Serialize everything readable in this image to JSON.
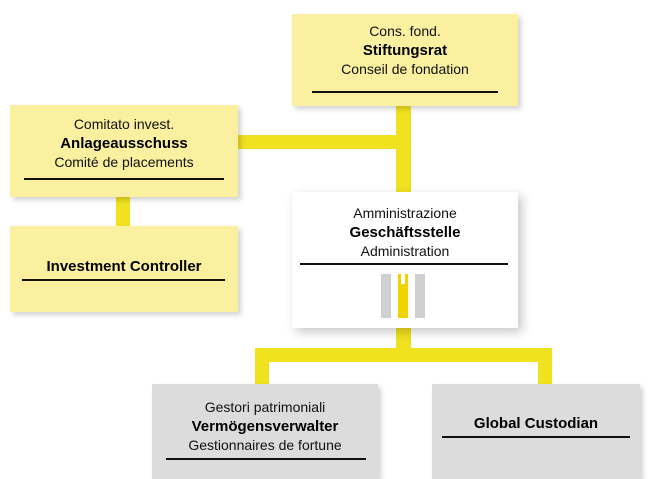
{
  "nodes": {
    "foundation_board": {
      "line1": "Cons. fond.",
      "line2": "Stiftungsrat",
      "line3": "Conseil de fondation"
    },
    "investment_committee": {
      "line1": "Comitato invest.",
      "line2": "Anlageausschuss",
      "line3": "Comité de placements"
    },
    "investment_controller": {
      "line2": "Investment Controller"
    },
    "administration": {
      "line1": "Amministrazione",
      "line2": "Geschäftsstelle",
      "line3": "Administration"
    },
    "asset_managers": {
      "line1": "Gestori patrimoniali",
      "line2": "Vermögensverwalter",
      "line3": "Gestionnaires de fortune"
    },
    "global_custodian": {
      "line2": "Global Custodian"
    }
  },
  "colors": {
    "connector": "#f0e21f",
    "yellow_box": "#faf0a0",
    "grey_box": "#dcdcdc",
    "logo_grey": "#cfcfcf",
    "logo_yellow": "#f0d200"
  }
}
